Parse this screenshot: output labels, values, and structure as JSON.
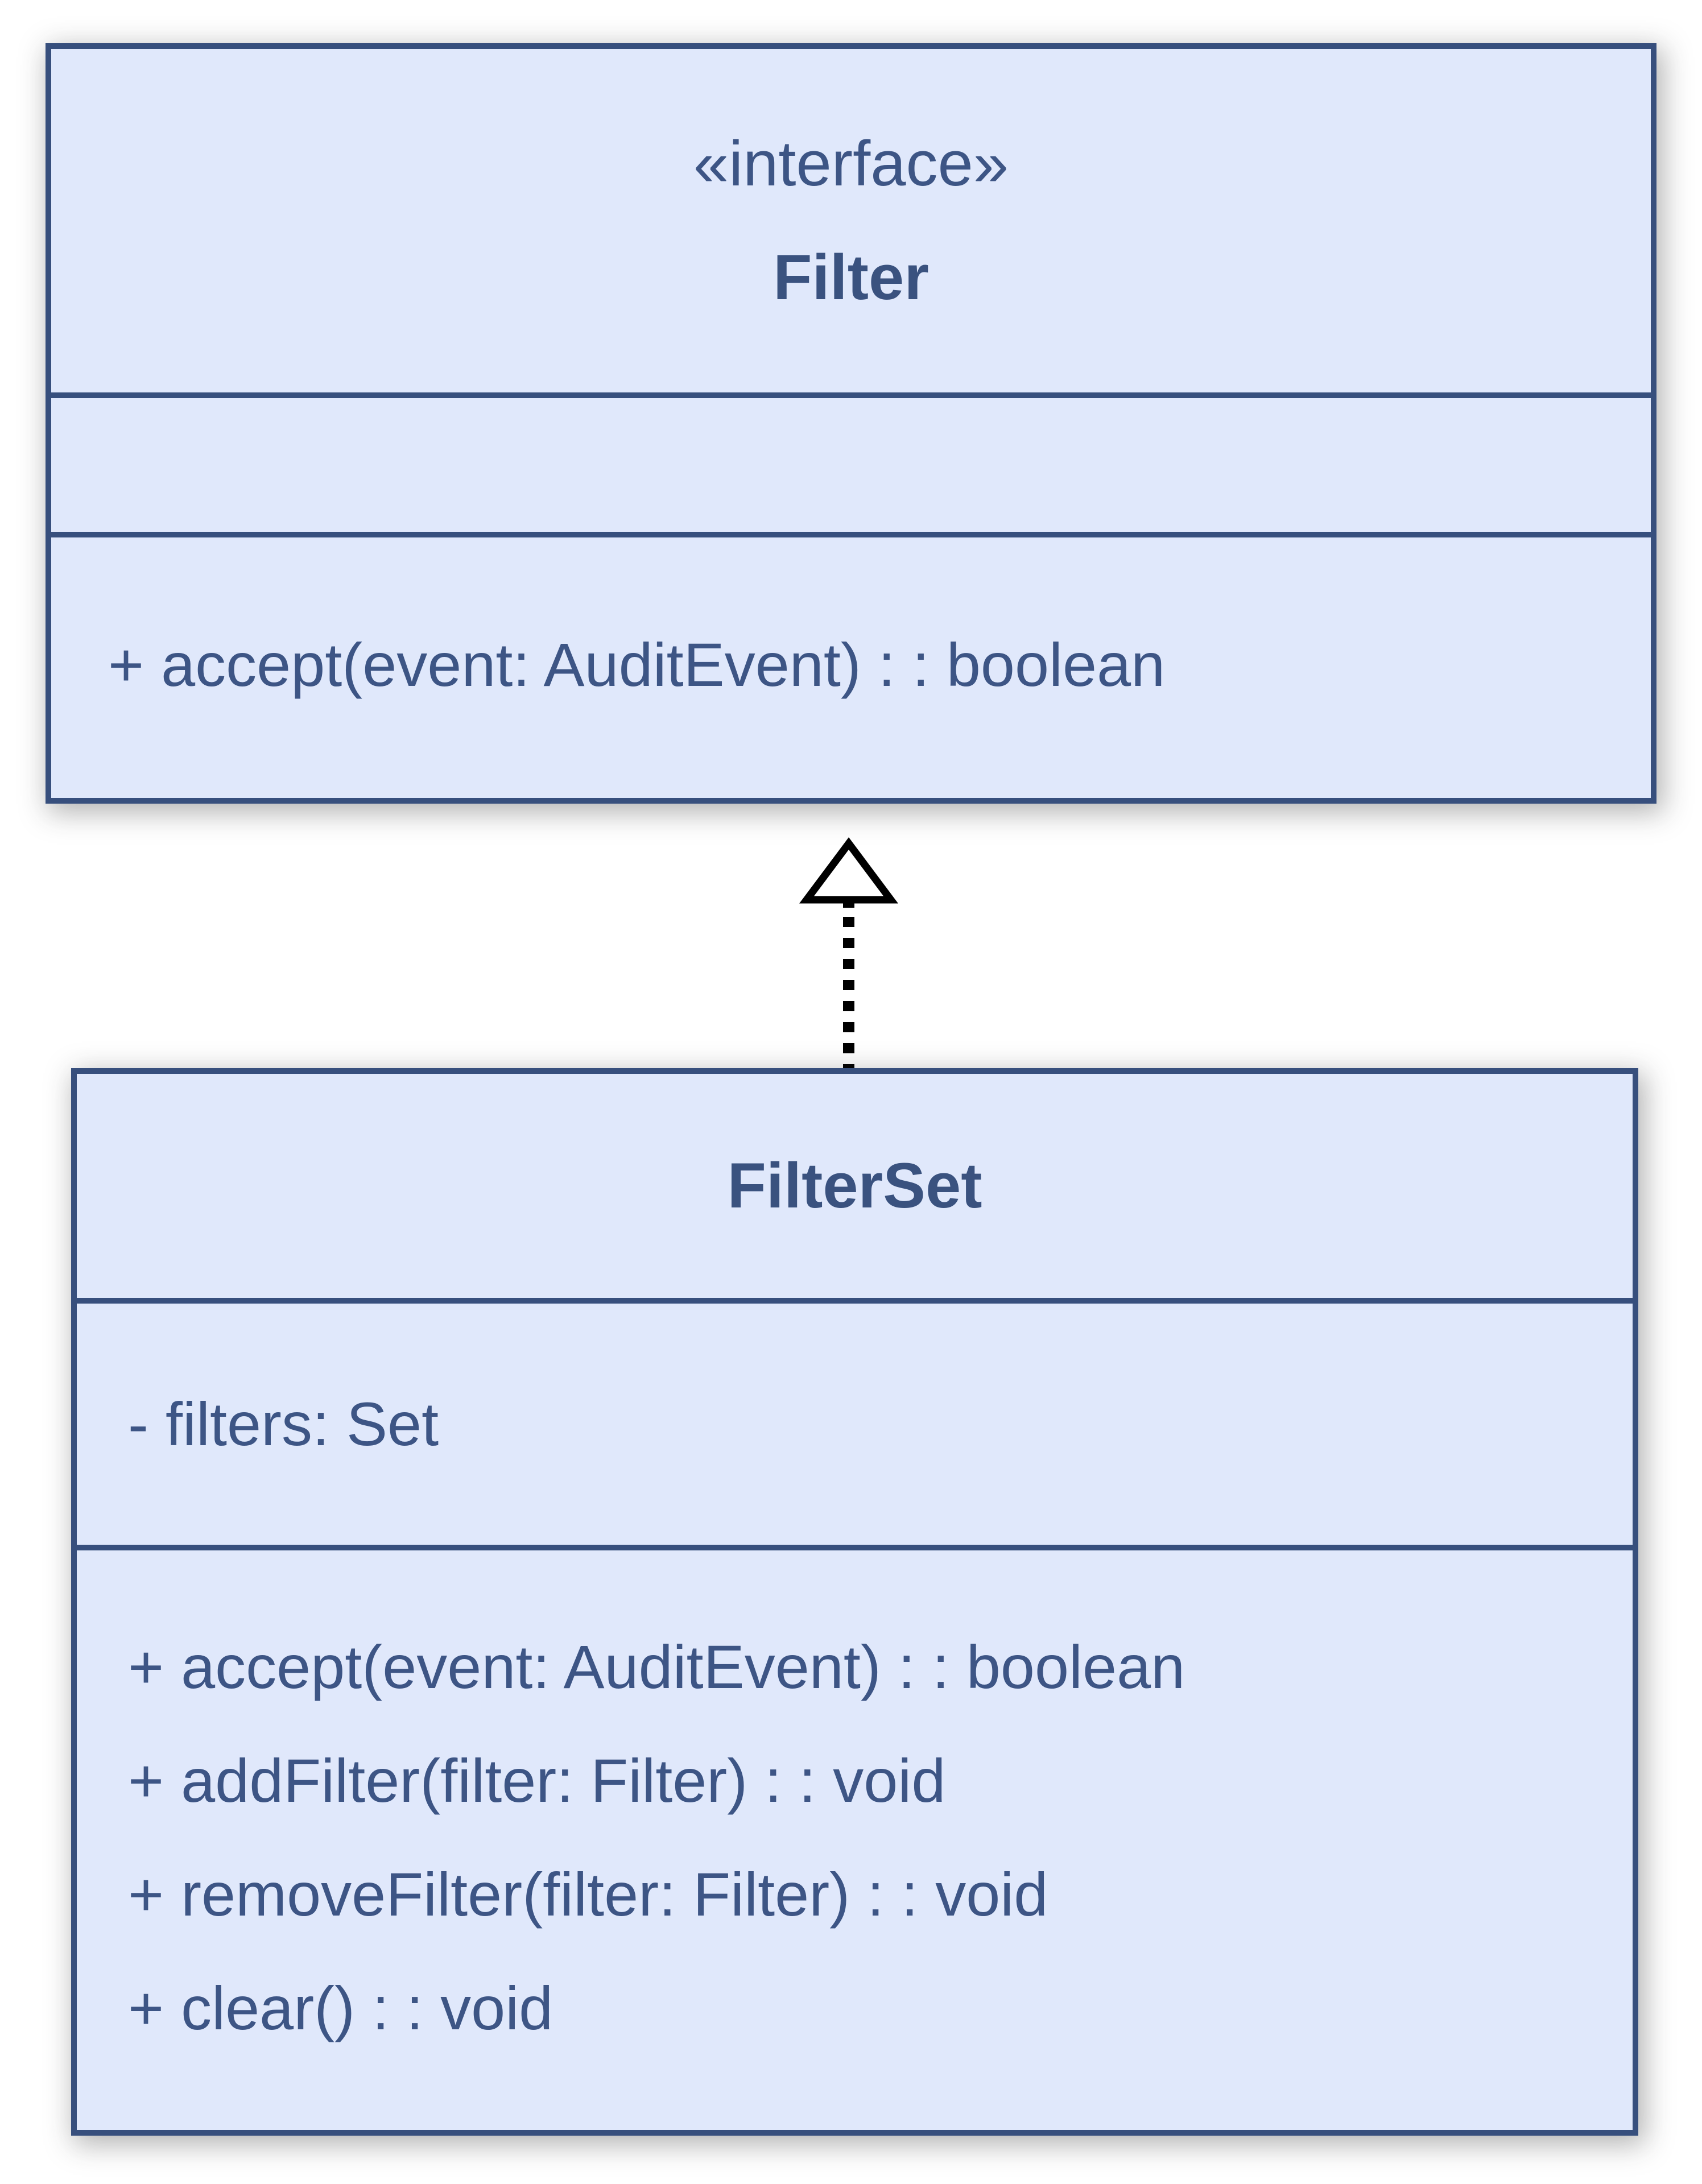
{
  "diagram": {
    "kind": "uml-class-diagram",
    "interface_box": {
      "stereotype": "«interface»",
      "name": "Filter",
      "attributes": [],
      "methods": [
        "+ accept(event: AuditEvent) : : boolean"
      ]
    },
    "class_box": {
      "name": "FilterSet",
      "attributes": [
        "- filters: Set"
      ],
      "methods": [
        "+ accept(event: AuditEvent) : : boolean",
        "+ addFilter(filter: Filter) : : void",
        "+ removeFilter(filter: Filter) : : void",
        "+ clear() : : void"
      ]
    },
    "relationship": {
      "type": "realization",
      "from": "FilterSet",
      "to": "Filter",
      "style": "dashed-line-hollow-triangle"
    },
    "colors": {
      "box_border": "#374F7D",
      "box_fill": "#E0E8FB",
      "text": "#3D5585",
      "arrow": "#000000",
      "page_background": "#FFFFFF"
    }
  }
}
